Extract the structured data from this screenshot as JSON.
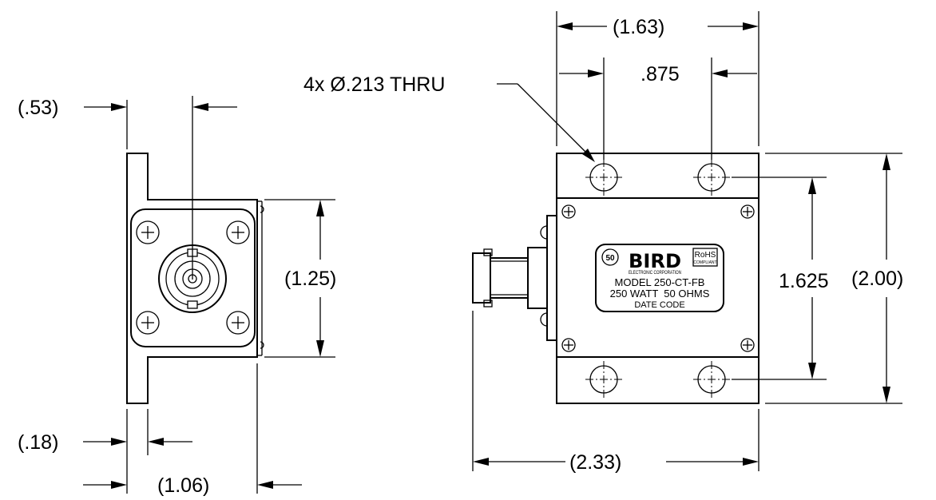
{
  "side_view": {
    "dim_flange_offset": "(.53)",
    "dim_connector_height": "(1.25)",
    "dim_flange_thickness": "(.18)",
    "dim_overall_depth": "(1.06)"
  },
  "front_view": {
    "hole_callout": "4x Ø.213 THRU",
    "dim_overall_width_top": "(1.63)",
    "dim_hole_spacing_h": ".875",
    "dim_hole_spacing_v": "1.625",
    "dim_overall_height": "(2.00)",
    "dim_overall_length": "(2.33)"
  },
  "label_plate": {
    "rating_badge": "50",
    "brand": "BIRD",
    "company": "ELECTRONIC CORPORATION",
    "rohs": "RoHS",
    "rohs_sub": "COMPLIANT",
    "model": "MODEL 250-CT-FB",
    "rating": "250 WATT  50 OHMS",
    "date_code": "DATE CODE"
  }
}
